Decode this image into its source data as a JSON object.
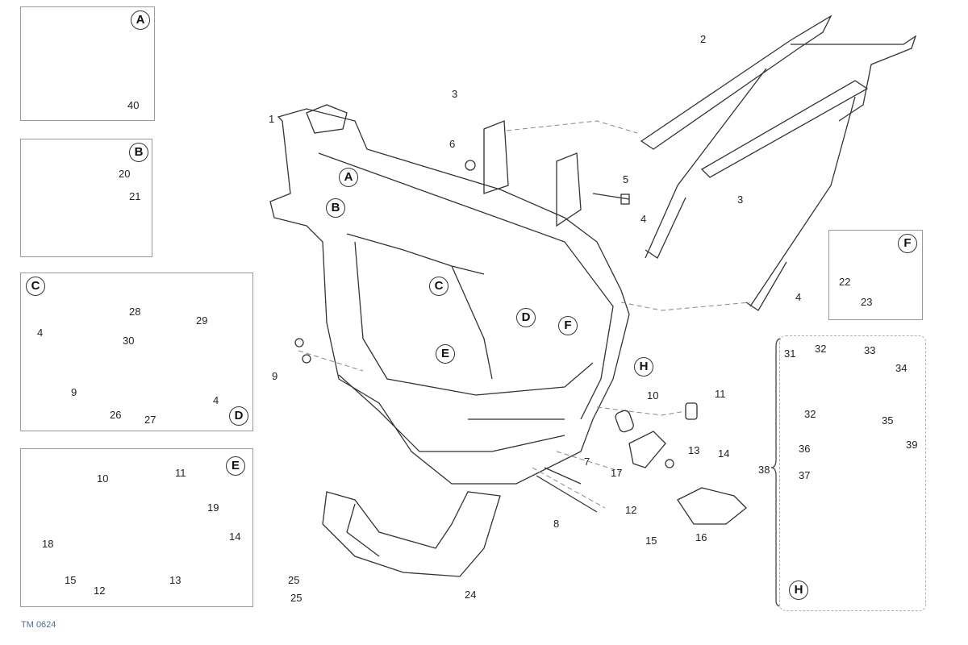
{
  "diagram": {
    "code": "TM 0624",
    "insets": [
      {
        "id": "A",
        "parts": [
          "40"
        ]
      },
      {
        "id": "B",
        "parts": [
          "20",
          "21"
        ]
      },
      {
        "id": "C",
        "end_id": "D",
        "parts": [
          "4",
          "28",
          "29",
          "30",
          "9",
          "26",
          "27",
          "4"
        ]
      },
      {
        "id": "E",
        "parts": [
          "10",
          "11",
          "19",
          "14",
          "18",
          "15",
          "12",
          "13"
        ]
      },
      {
        "id": "F",
        "parts": [
          "22",
          "23"
        ]
      },
      {
        "id": "H",
        "group": "38",
        "parts": [
          "31",
          "32",
          "33",
          "34",
          "32",
          "35",
          "36",
          "39",
          "37"
        ]
      }
    ],
    "main_labels": [
      "1",
      "2",
      "3",
      "6",
      "5",
      "4",
      "3",
      "4",
      "9",
      "10",
      "11",
      "13",
      "14",
      "17",
      "12",
      "15",
      "16",
      "7",
      "8",
      "25",
      "25",
      "24"
    ],
    "callouts": [
      "A",
      "B",
      "C",
      "D",
      "E",
      "F",
      "H"
    ]
  }
}
